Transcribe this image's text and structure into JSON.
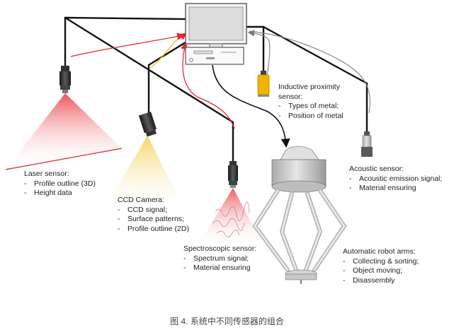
{
  "labels": {
    "laser": {
      "title": "Laser sensor:",
      "items": [
        "Profile outline (3D)",
        "Height data"
      ]
    },
    "ccd": {
      "title": "CCD Camera:",
      "items": [
        "CCD signal;",
        "Surface patterns;",
        "Profile outline (2D)"
      ]
    },
    "spectro": {
      "title": "Spectroscopic sensor:",
      "items": [
        "Spectrum signal;",
        "Material  ensuring"
      ]
    },
    "inductive": {
      "title_line1": "Inductive proximity",
      "title_line2": "sensor:",
      "items": [
        "Types of metal;",
        "Position of metal"
      ]
    },
    "acoustic": {
      "title": "Acoustic sensor:",
      "items": [
        "Acoustic emission signal;",
        "Material ensuring"
      ]
    },
    "robot": {
      "title": "Automatic robot arms:",
      "items": [
        "Collecting & sorting;",
        "Object moving;",
        "Disassembly"
      ]
    }
  },
  "caption": "图 4. 系统中不同传感器的组合",
  "colors": {
    "wire": "#111111",
    "signal_red": "#e8252b",
    "signal_yellow": "#f2c21a",
    "return_gray": "#888888",
    "laser_beam": "#f08080",
    "ccd_beam": "#f7dc7a",
    "inductive_body": "#f0b400"
  }
}
